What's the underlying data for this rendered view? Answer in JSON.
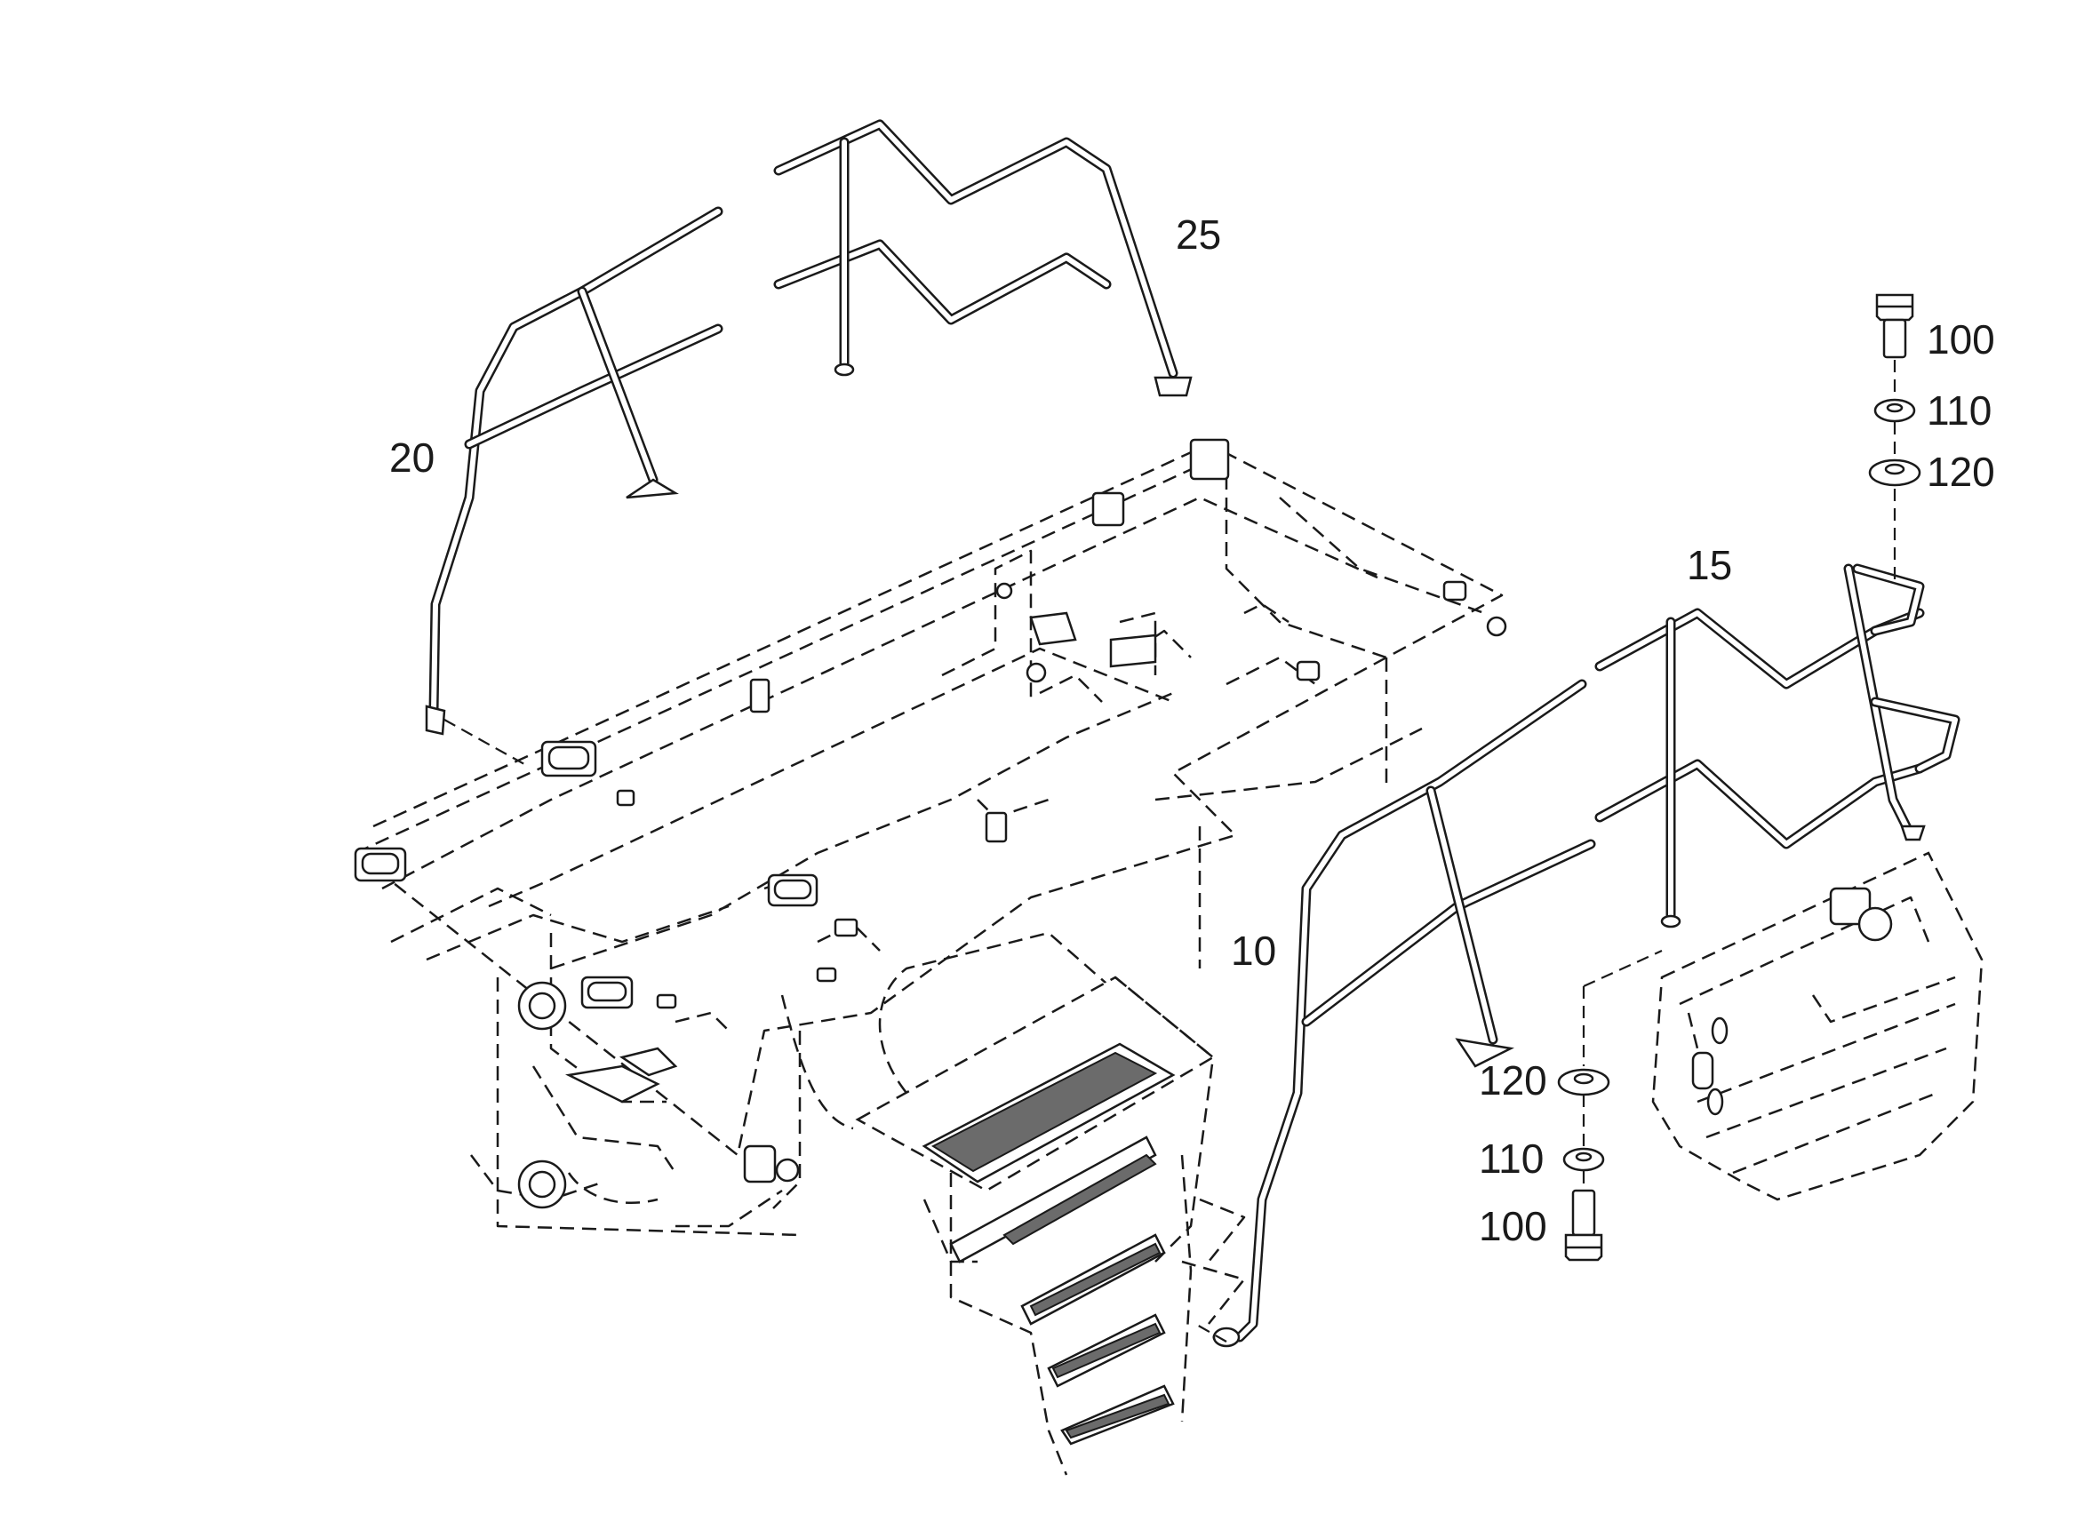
{
  "callouts": {
    "part_10": "10",
    "part_15": "15",
    "part_20": "20",
    "part_25": "25",
    "bolt_top": "100",
    "washer_top_small": "110",
    "washer_top_large": "120",
    "washer_bottom_large": "120",
    "washer_bottom_small": "110",
    "bolt_bottom": "100"
  }
}
